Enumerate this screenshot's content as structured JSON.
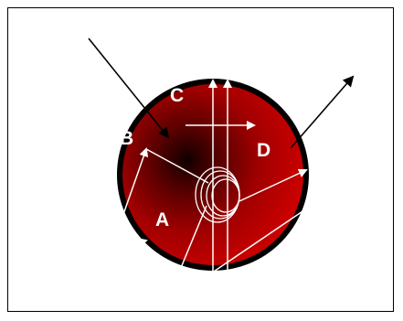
{
  "labels": {
    "a": "A",
    "b": "B",
    "c": "C",
    "d": "D"
  },
  "colors": {
    "disc_center": "#120000",
    "disc_mid": "#7a0000",
    "disc_edge": "#c80000",
    "disc_rim": "#000000",
    "inner_arrows": "#ffffff",
    "outer_arrows": "#000000",
    "label_text": "#ffffff"
  },
  "icons": {
    "disc": "red-disc-shape",
    "spring": "coil-spring-shape",
    "arrows": "arrow-shape"
  }
}
